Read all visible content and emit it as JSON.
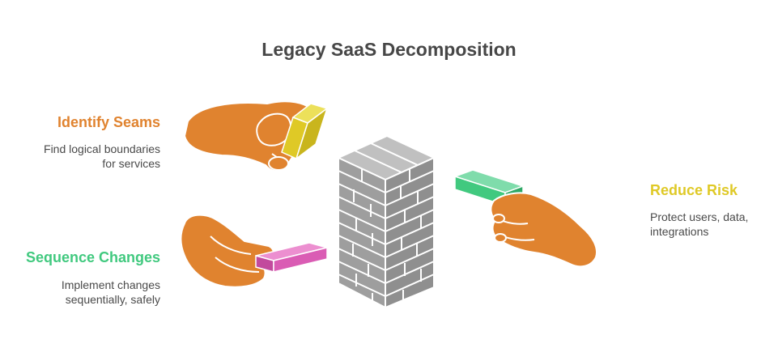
{
  "title": "Legacy SaaS Decomposition",
  "colors": {
    "orange": "#E0832F",
    "yellow": "#DFC926",
    "green": "#41C97F",
    "pink": "#DA5CB4",
    "gray": "#9E9E9E",
    "text": "#474747"
  },
  "items": [
    {
      "heading": "Identify Seams",
      "desc_line1": "Find logical boundaries",
      "desc_line2": "for services",
      "color": "#E0832F",
      "icon": "hand-holding-yellow-block-icon"
    },
    {
      "heading": "Sequence Changes",
      "desc_line1": "Implement changes",
      "desc_line2": "sequentially, safely",
      "color": "#41C97F",
      "icon": "hand-pushing-pink-block-icon"
    },
    {
      "heading": "Reduce Risk",
      "desc_line1": "Protect users, data,",
      "desc_line2": "integrations",
      "color": "#DFC926",
      "icon": "hand-pulling-green-block-icon"
    }
  ],
  "center_icon": "block-tower-icon"
}
